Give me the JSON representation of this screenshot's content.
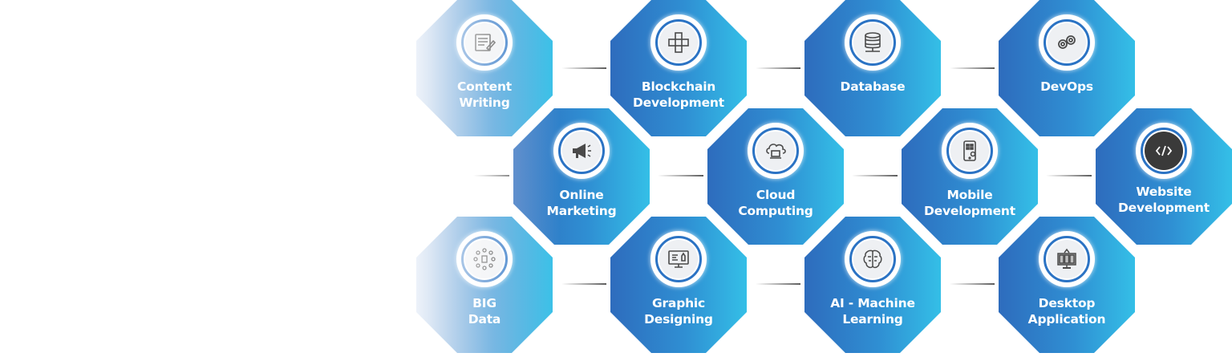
{
  "colors": {
    "tile_gradient_start": "#2e6cbd",
    "tile_gradient_end": "#34bfe7",
    "icon_ring": "#2b73c4",
    "icon_core": "#eef0f3",
    "icon_glyph": "#4a4a4a",
    "label_text": "#ffffff",
    "connector": "#4a4a4a"
  },
  "services": [
    {
      "id": "content-writing",
      "line1": "Content",
      "line2": "Writing",
      "icon": "document-pencil-icon",
      "row": 0,
      "col": 0,
      "faded": true
    },
    {
      "id": "blockchain-development",
      "line1": "Blockchain",
      "line2": "Development",
      "icon": "blockchain-cubes-icon",
      "row": 0,
      "col": 1,
      "faded": false
    },
    {
      "id": "database",
      "line1": "Database",
      "line2": "",
      "icon": "database-icon",
      "row": 0,
      "col": 2,
      "faded": false
    },
    {
      "id": "devops",
      "line1": "DevOps",
      "line2": "",
      "icon": "gears-cycle-icon",
      "row": 0,
      "col": 3,
      "faded": false
    },
    {
      "id": "online-marketing",
      "line1": "Online",
      "line2": "Marketing",
      "icon": "megaphone-icon",
      "row": 1,
      "col": 0,
      "faded": false
    },
    {
      "id": "cloud-computing",
      "line1": "Cloud",
      "line2": "Computing",
      "icon": "cloud-laptop-icon",
      "row": 1,
      "col": 1,
      "faded": false
    },
    {
      "id": "mobile-development",
      "line1": "Mobile",
      "line2": "Development",
      "icon": "mobile-gear-icon",
      "row": 1,
      "col": 2,
      "faded": false
    },
    {
      "id": "website-development",
      "line1": "Website",
      "line2": "Development",
      "icon": "code-brackets-icon",
      "row": 1,
      "col": 3,
      "faded": false
    },
    {
      "id": "big-data",
      "line1": "BIG",
      "line2": "Data",
      "icon": "big-data-network-icon",
      "row": 2,
      "col": 0,
      "faded": true
    },
    {
      "id": "graphic-designing",
      "line1": "Graphic",
      "line2": "Designing",
      "icon": "monitor-design-icon",
      "row": 2,
      "col": 1,
      "faded": false
    },
    {
      "id": "ai-machine-learning",
      "line1": "AI - Machine",
      "line2": "Learning",
      "icon": "brain-icon",
      "row": 2,
      "col": 2,
      "faded": false
    },
    {
      "id": "desktop-application",
      "line1": "Desktop",
      "line2": "Application",
      "icon": "desktop-app-icon",
      "row": 2,
      "col": 3,
      "faded": false
    }
  ]
}
